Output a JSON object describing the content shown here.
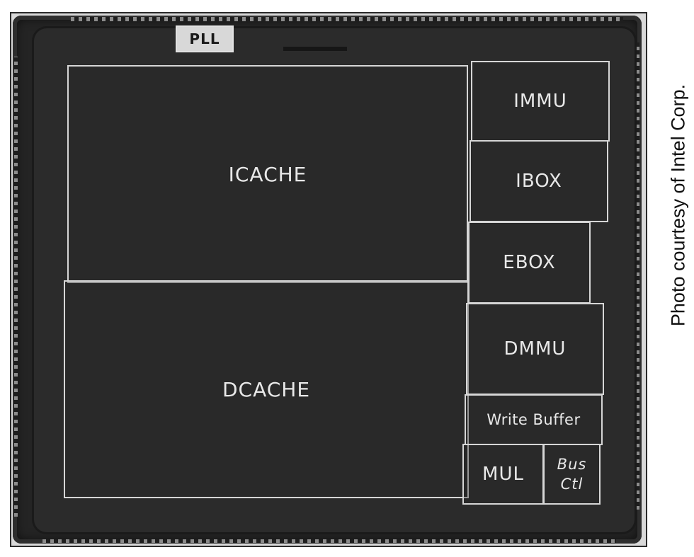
{
  "die": {
    "blocks": {
      "pll": "PLL",
      "icache": "ICACHE",
      "dcache": "DCACHE",
      "immu": "IMMU",
      "ibox": "IBOX",
      "ebox": "EBOX",
      "dmmu": "DMMU",
      "write_buffer": "Write Buffer",
      "mul": "MUL",
      "bus_ctl_line1": "Bus",
      "bus_ctl_line2": "Ctl"
    }
  },
  "credit": "Photo courtesy of Intel Corp.",
  "colors": {
    "background": "#ffffff",
    "die": "#2b2b2b",
    "block_outline": "#d6d6d6",
    "label_text": "#e8e8e8"
  }
}
